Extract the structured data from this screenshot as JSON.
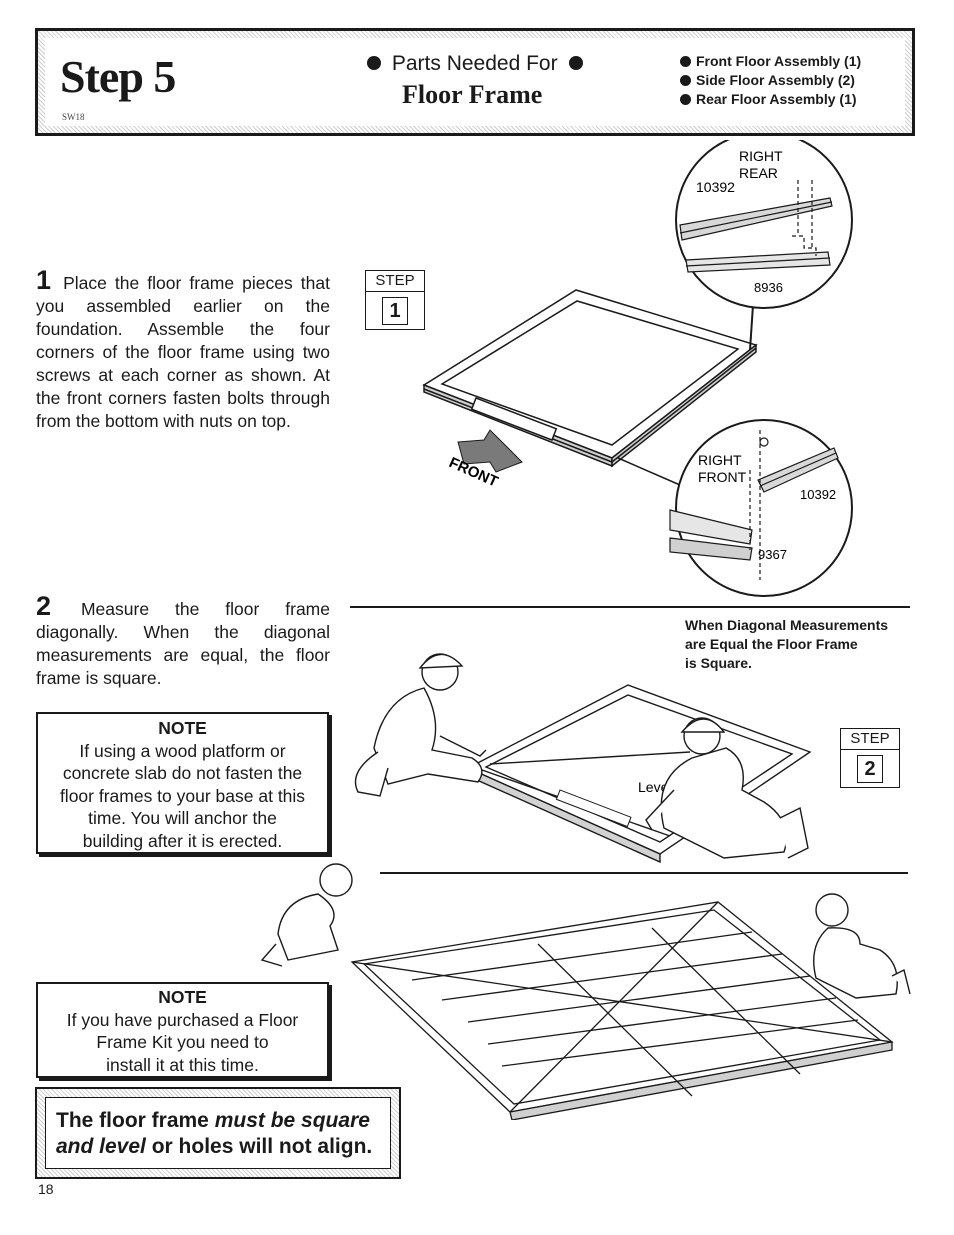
{
  "header": {
    "step_title": "Step 5",
    "code": "SW18",
    "parts_needed_label": "Parts Needed For",
    "subject": "Floor Frame",
    "parts": [
      "Front Floor Assembly (1)",
      "Side Floor Assembly (2)",
      "Rear Floor Assembly (1)"
    ]
  },
  "step1": {
    "number": "1",
    "text": "Place the floor frame pieces that you assembled earlier on the foundation. Assemble the four corners of the floor frame using two screws at each corner as shown. At the front corners fasten bolts through from the bottom with nuts on top.",
    "badge_label": "STEP",
    "badge_number": "1",
    "rear_detail": {
      "line1": "RIGHT",
      "line2": "REAR",
      "part_a": "10392",
      "part_b": "8936"
    },
    "front_detail": {
      "line1": "RIGHT",
      "line2": "FRONT",
      "part_a": "10392",
      "part_b": "9367"
    },
    "front_arrow_label": "FRONT"
  },
  "step2": {
    "number": "2",
    "text": "Measure the floor frame diagonally. When the diagonal measurements are equal, the floor frame is square.",
    "caption": [
      "When Diagonal Measurements",
      "are Equal the Floor Frame",
      "is Square."
    ],
    "badge_label": "STEP",
    "badge_number": "2",
    "level_label": "Level"
  },
  "note1": {
    "title": "NOTE",
    "lines": [
      "If using a wood platform or",
      "concrete slab do not fasten the",
      "floor frames to your base at this",
      "time. You will anchor the",
      "building after it is erected."
    ]
  },
  "note2": {
    "title": "NOTE",
    "lines": [
      "If you have purchased a Floor",
      "Frame Kit you need to",
      "install it at this time."
    ]
  },
  "warning": {
    "line1_normal": "The floor frame ",
    "line1_italic": "must be square",
    "line2_italic": "and level",
    "line2_normal": " or holes will not align."
  },
  "page_number": "18"
}
